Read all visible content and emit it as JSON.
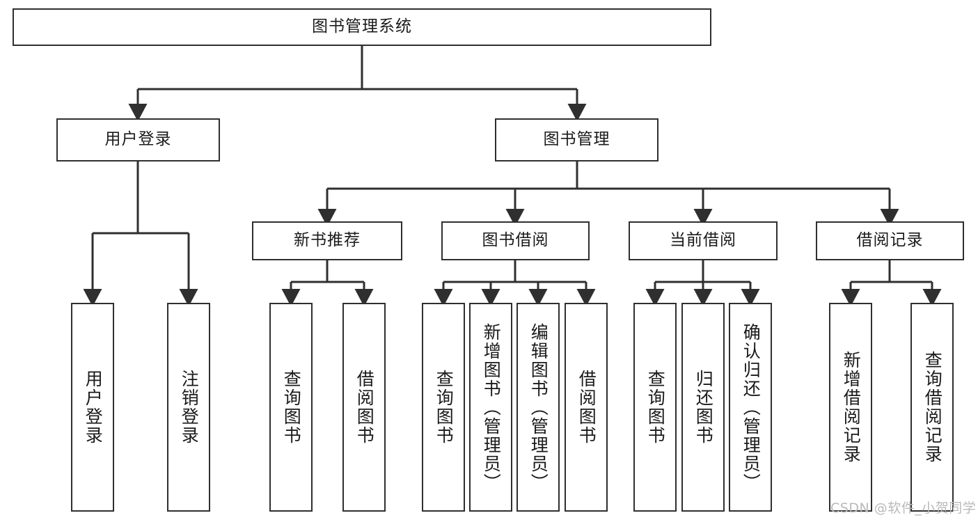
{
  "diagram": {
    "type": "tree",
    "title": "图书管理系统",
    "root": {
      "label": "图书管理系统"
    },
    "level1": [
      {
        "label": "用户登录"
      },
      {
        "label": "图书管理"
      }
    ],
    "level2": [
      {
        "label": "新书推荐"
      },
      {
        "label": "图书借阅"
      },
      {
        "label": "当前借阅"
      },
      {
        "label": "借阅记录"
      }
    ],
    "leaves": {
      "user_login": [
        {
          "label": "用户登录"
        },
        {
          "label": "注销登录"
        }
      ],
      "new_book_recommend": [
        {
          "label": "查询图书"
        },
        {
          "label": "借阅图书"
        }
      ],
      "book_borrow": [
        {
          "label": "查询图书"
        },
        {
          "label": "新增图书（管理员）"
        },
        {
          "label": "编辑图书（管理员）"
        },
        {
          "label": "借阅图书"
        }
      ],
      "current_borrow": [
        {
          "label": "查询图书"
        },
        {
          "label": "归还图书"
        },
        {
          "label": "确认归还（管理员）"
        }
      ],
      "borrow_record": [
        {
          "label": "新增借阅记录"
        },
        {
          "label": "查询借阅记录"
        }
      ]
    }
  },
  "watermark": {
    "text": "CSDN @软件_小贺同学"
  },
  "colors": {
    "stroke": "#2f2f2f",
    "fill": "#ffffff",
    "text": "#1a1a1a",
    "watermark": "#b9b9b9"
  }
}
